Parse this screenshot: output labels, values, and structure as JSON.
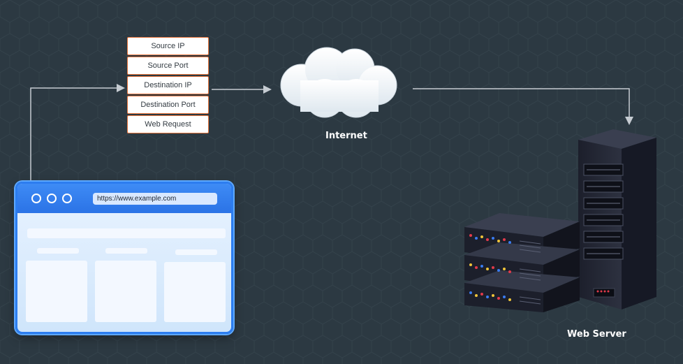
{
  "packet_fields": [
    "Source IP",
    "Source Port",
    "Destination IP",
    "Destination Port",
    "Web Request"
  ],
  "browser": {
    "url": "https://www.example.com"
  },
  "cloud": {
    "label": "Internet"
  },
  "server": {
    "label": "Web Server"
  },
  "colors": {
    "background": "#2c3942",
    "field_border": "#e8743b",
    "browser_accent": "#2c7df0",
    "arrow": "#c6ccd2"
  },
  "icons": [
    "browser-window-icon",
    "cloud-icon",
    "server-rack-icon"
  ]
}
